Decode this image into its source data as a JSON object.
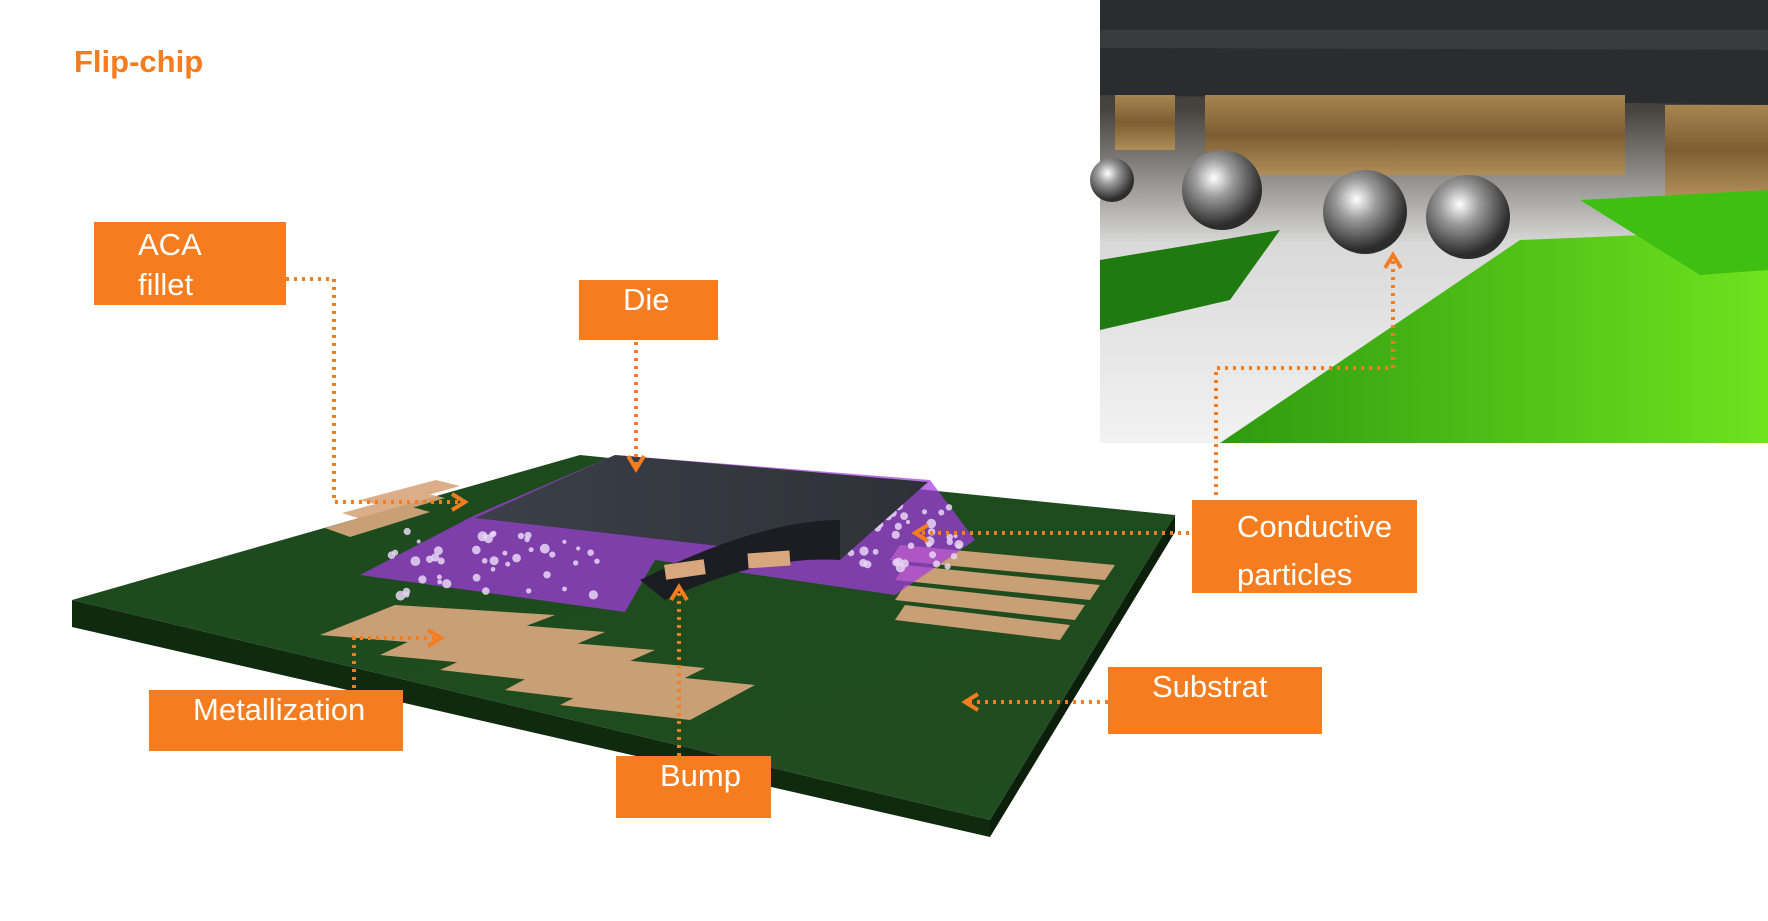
{
  "title": "Flip-chip",
  "labels": {
    "aca_fillet": [
      "ACA",
      "fillet"
    ],
    "die": "Die",
    "conductive_particles": [
      "Conductive",
      "particles"
    ],
    "metallization": "Metallization",
    "bump": "Bump",
    "substrat": "Substrat"
  },
  "colors": {
    "accent": "#F57C1F",
    "substrate": "#1F4A1F",
    "adhesive": "#A43AE0",
    "die": "#3A3D44",
    "trace": "#D8A77E",
    "inset_green": "#4FD41A"
  }
}
